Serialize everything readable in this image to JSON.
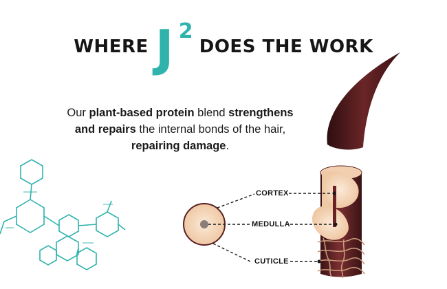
{
  "headline": {
    "prefix": "WHERE",
    "brand_letter": "J",
    "brand_superscript": "2",
    "suffix": "DOES THE WORK"
  },
  "description": {
    "part1": "Our ",
    "part2_bold": "plant-based protein",
    "part3": " blend ",
    "part4_bold": "strengthens and repairs",
    "part5": " the internal bonds of the hair, ",
    "part6_bold": "repairing damage",
    "part7": "."
  },
  "callouts": {
    "cortex": "CORTEX",
    "medulla": "MEDULLA",
    "cuticle": "CUTICLE"
  },
  "colors": {
    "brand_teal": "#2fb3ac",
    "hair_dark": "#4a1a1c",
    "hair_mid": "#6e2a2c",
    "cortex_peach": "#f6dcc2",
    "medulla_gray": "#8a7f78"
  }
}
